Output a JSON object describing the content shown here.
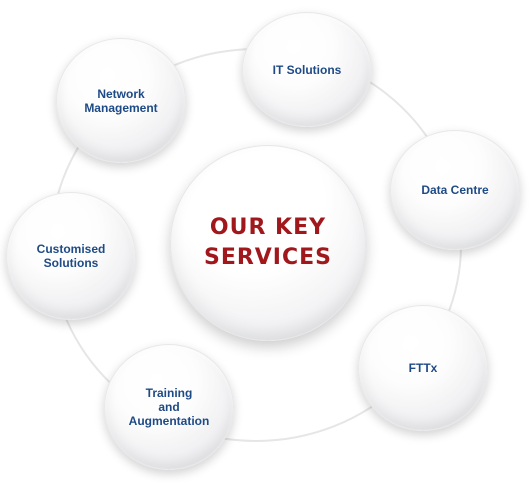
{
  "center": {
    "title": "OUR KEY\nSERVICES"
  },
  "services": [
    {
      "id": "it-solutions",
      "label": "IT Solutions"
    },
    {
      "id": "network-management",
      "label": "Network\nManagement"
    },
    {
      "id": "data-centre",
      "label": "Data Centre"
    },
    {
      "id": "customised-solutions",
      "label": "Customised\nSolutions"
    },
    {
      "id": "fttx",
      "label": "FTTx"
    },
    {
      "id": "training-augmentation",
      "label": "Training\nand\nAugmentation"
    }
  ],
  "colors": {
    "title": "#a0181c",
    "label": "#1e4a86",
    "ring": "#e6e6e6"
  }
}
